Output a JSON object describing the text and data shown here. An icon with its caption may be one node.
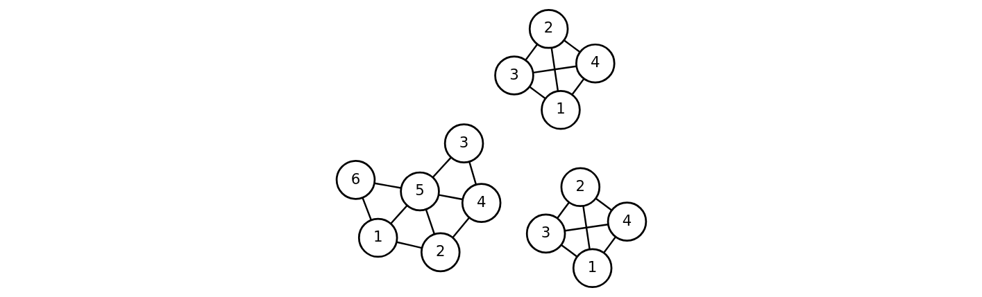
{
  "diagram": {
    "nodes": [
      {
        "text": [
          "2"
        ]
      },
      {
        "text": [
          "4"
        ]
      },
      {
        "text": [
          "1"
        ]
      },
      {
        "text": [
          "5"
        ]
      },
      {
        "text": [
          "3"
        ]
      },
      {
        "text": [
          "6"
        ]
      },
      {
        "text": [
          "3"
        ]
      },
      {
        "text": [
          "4"
        ]
      },
      {
        "text": [
          "1"
        ]
      },
      {
        "text": [
          "2"
        ]
      },
      {
        "text": [
          "3"
        ]
      },
      {
        "text": [
          "4"
        ]
      },
      {
        "text": [
          "1"
        ]
      },
      {
        "text": [
          "2"
        ]
      }
    ],
    "edges": [
      {
        "from": 0,
        "to": 1,
        "arrow": "none"
      },
      {
        "from": 0,
        "to": 3,
        "arrow": "none"
      },
      {
        "from": 0,
        "to": 2,
        "arrow": "none"
      },
      {
        "from": 1,
        "to": 3,
        "arrow": "none"
      },
      {
        "from": 1,
        "to": 4,
        "arrow": "none"
      },
      {
        "from": 2,
        "to": 3,
        "arrow": "none"
      },
      {
        "from": 2,
        "to": 5,
        "arrow": "none"
      },
      {
        "from": 3,
        "to": 4,
        "arrow": "none"
      },
      {
        "from": 3,
        "to": 5,
        "arrow": "none"
      },
      {
        "from": 6,
        "to": 8,
        "arrow": "none"
      },
      {
        "from": 6,
        "to": 7,
        "arrow": "none"
      },
      {
        "from": 6,
        "to": 9,
        "arrow": "none"
      },
      {
        "from": 8,
        "to": 7,
        "arrow": "none"
      },
      {
        "from": 8,
        "to": 9,
        "arrow": "none"
      },
      {
        "from": 7,
        "to": 9,
        "arrow": "none"
      },
      {
        "from": 10,
        "to": 11,
        "arrow": "none"
      },
      {
        "from": 10,
        "to": 12,
        "arrow": "none"
      },
      {
        "from": 10,
        "to": 13,
        "arrow": "none"
      },
      {
        "from": 12,
        "to": 11,
        "arrow": "none"
      },
      {
        "from": 12,
        "to": 13,
        "arrow": "none"
      },
      {
        "from": 11,
        "to": 13,
        "arrow": "none"
      }
    ]
  }
}
